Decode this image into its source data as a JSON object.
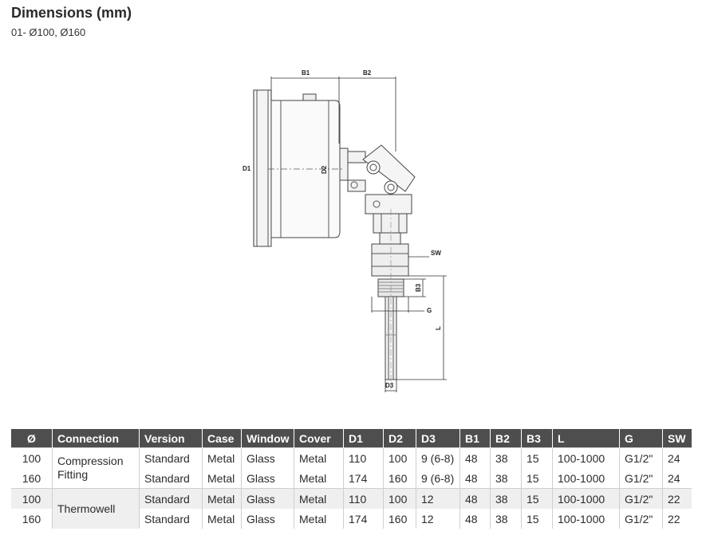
{
  "page": {
    "title": "Dimensions (mm)",
    "subtitle": "01- Ø100, Ø160"
  },
  "drawing": {
    "labels": {
      "b1": "B1",
      "b2": "B2",
      "d1": "D1",
      "d2": "D2",
      "sw": "SW",
      "b3": "B3",
      "g": "G",
      "l": "L",
      "d3": "D3"
    }
  },
  "table": {
    "headers": [
      "Ø",
      "Connection",
      "Version",
      "Case",
      "Window",
      "Cover",
      "D1",
      "D2",
      "D3",
      "B1",
      "B2",
      "B3",
      "L",
      "G",
      "SW"
    ],
    "groups": [
      {
        "connection": "Compression Fitting",
        "rows": [
          [
            "100",
            "Standard",
            "Metal",
            "Glass",
            "Metal",
            "110",
            "100",
            "9 (6-8)",
            "48",
            "38",
            "15",
            "100-1000",
            "G1/2\"",
            "24"
          ],
          [
            "160",
            "Standard",
            "Metal",
            "Glass",
            "Metal",
            "174",
            "160",
            "9 (6-8)",
            "48",
            "38",
            "15",
            "100-1000",
            "G1/2\"",
            "24"
          ]
        ]
      },
      {
        "connection": "Thermowell",
        "rows": [
          [
            "100",
            "Standard",
            "Metal",
            "Glass",
            "Metal",
            "110",
            "100",
            "12",
            "48",
            "38",
            "15",
            "100-1000",
            "G1/2\"",
            "22"
          ],
          [
            "160",
            "Standard",
            "Metal",
            "Glass",
            "Metal",
            "174",
            "160",
            "12",
            "48",
            "38",
            "15",
            "100-1000",
            "G1/2\"",
            "22"
          ]
        ]
      }
    ]
  }
}
